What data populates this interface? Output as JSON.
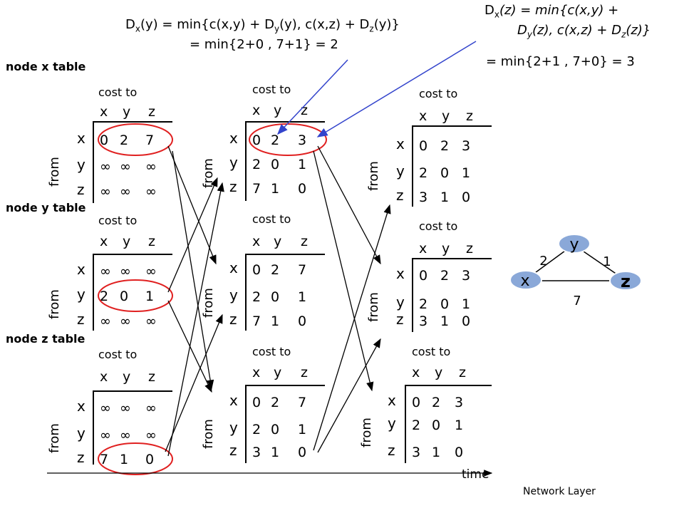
{
  "formula_y": {
    "line1_pre": "D",
    "line1_sub1": "x",
    "line1_mid": "(y) = min{c(x,y) + D",
    "line1_sub2": "y",
    "line1_mid2": "(y), c(x,z) + D",
    "line1_sub3": "z",
    "line1_end": "(y)}",
    "line2": "= min{2+0 , 7+1} = 2"
  },
  "formula_z": {
    "line1_pre": "D",
    "line1_sub1": "x",
    "line1_end": "(z) = min{c(x,y) +",
    "line2_pre": "D",
    "line2_sub1": "y",
    "line2_mid": "(z), c(x,z) + D",
    "line2_sub2": "z",
    "line2_end": "(z)}",
    "line3": "= min{2+1 , 7+0} = 3"
  },
  "sections": {
    "x": "node x table",
    "y": "node y table",
    "z": "node z table"
  },
  "labels": {
    "cost_to": "cost to",
    "from": "from",
    "col_x": "x",
    "col_y": "y",
    "col_z": "z",
    "row_x": "x",
    "row_y": "y",
    "row_z": "z",
    "time": "time",
    "footer": "Network Layer"
  },
  "tables": [
    {
      "id": "x1",
      "rows": [
        [
          "0",
          "2",
          "7"
        ],
        [
          "∞",
          "∞",
          "∞"
        ],
        [
          "∞",
          "∞",
          "∞"
        ]
      ]
    },
    {
      "id": "y1",
      "rows": [
        [
          "∞",
          "∞",
          "∞"
        ],
        [
          "2",
          "0",
          "1"
        ],
        [
          "∞",
          "∞",
          "∞"
        ]
      ]
    },
    {
      "id": "z1",
      "rows": [
        [
          "∞",
          "∞",
          "∞"
        ],
        [
          "∞",
          "∞",
          "∞"
        ],
        [
          "7",
          "1",
          "0"
        ]
      ]
    },
    {
      "id": "x2",
      "rows": [
        [
          "0",
          "2",
          "3"
        ],
        [
          "2",
          "0",
          "1"
        ],
        [
          "7",
          "1",
          "0"
        ]
      ]
    },
    {
      "id": "y2",
      "rows": [
        [
          "0",
          "2",
          "7"
        ],
        [
          "2",
          "0",
          "1"
        ],
        [
          "7",
          "1",
          "0"
        ]
      ]
    },
    {
      "id": "z2",
      "rows": [
        [
          "0",
          "2",
          "7"
        ],
        [
          "2",
          "0",
          "1"
        ],
        [
          "3",
          "1",
          "0"
        ]
      ]
    },
    {
      "id": "x3",
      "rows": [
        [
          "0",
          "2",
          "3"
        ],
        [
          "2",
          "0",
          "1"
        ],
        [
          "3",
          "1",
          "0"
        ]
      ]
    },
    {
      "id": "y3",
      "rows": [
        [
          "0",
          "2",
          "3"
        ],
        [
          "2",
          "0",
          "1"
        ],
        [
          "3",
          "1",
          "0"
        ]
      ]
    },
    {
      "id": "z3",
      "rows": [
        [
          "0",
          "2",
          "3"
        ],
        [
          "2",
          "0",
          "1"
        ],
        [
          "3",
          "1",
          "0"
        ]
      ]
    }
  ],
  "graph": {
    "node_x": "x",
    "node_y": "y",
    "node_z": "z",
    "edge_xy": "2",
    "edge_yz": "1",
    "edge_xz": "7",
    "node_color": "#8aa8d8"
  },
  "colors": {
    "arrow": "#3344cc",
    "highlight": "#e02020"
  }
}
